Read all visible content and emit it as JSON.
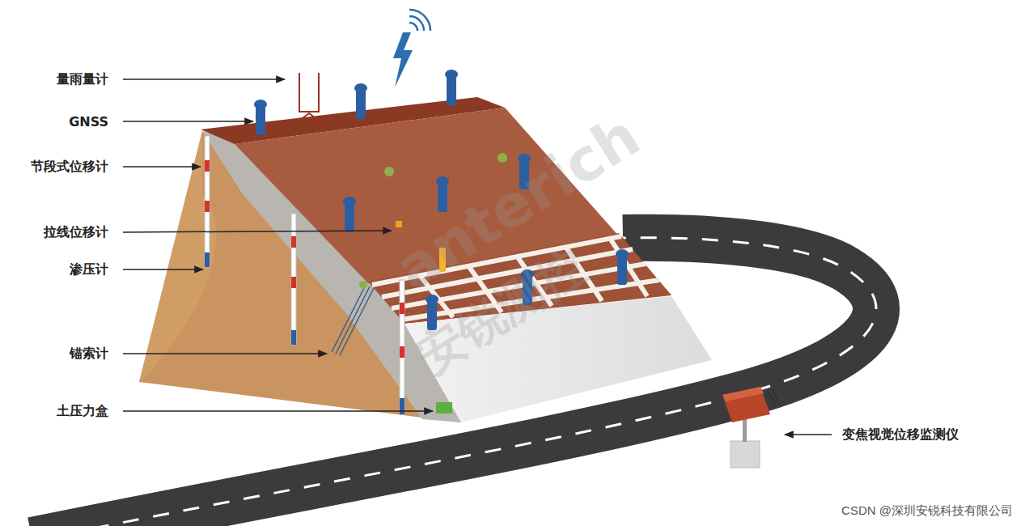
{
  "diagram": {
    "labels": [
      "量雨量计",
      "GNSS",
      "节段式位移计",
      "拉线位移计",
      "渗压计",
      "锚索计",
      "土压力盒",
      "变焦视觉位移监测仪",
      "anterich",
      "安锐测控",
      "CSDN @深圳安锐科技有限公司"
    ]
  }
}
